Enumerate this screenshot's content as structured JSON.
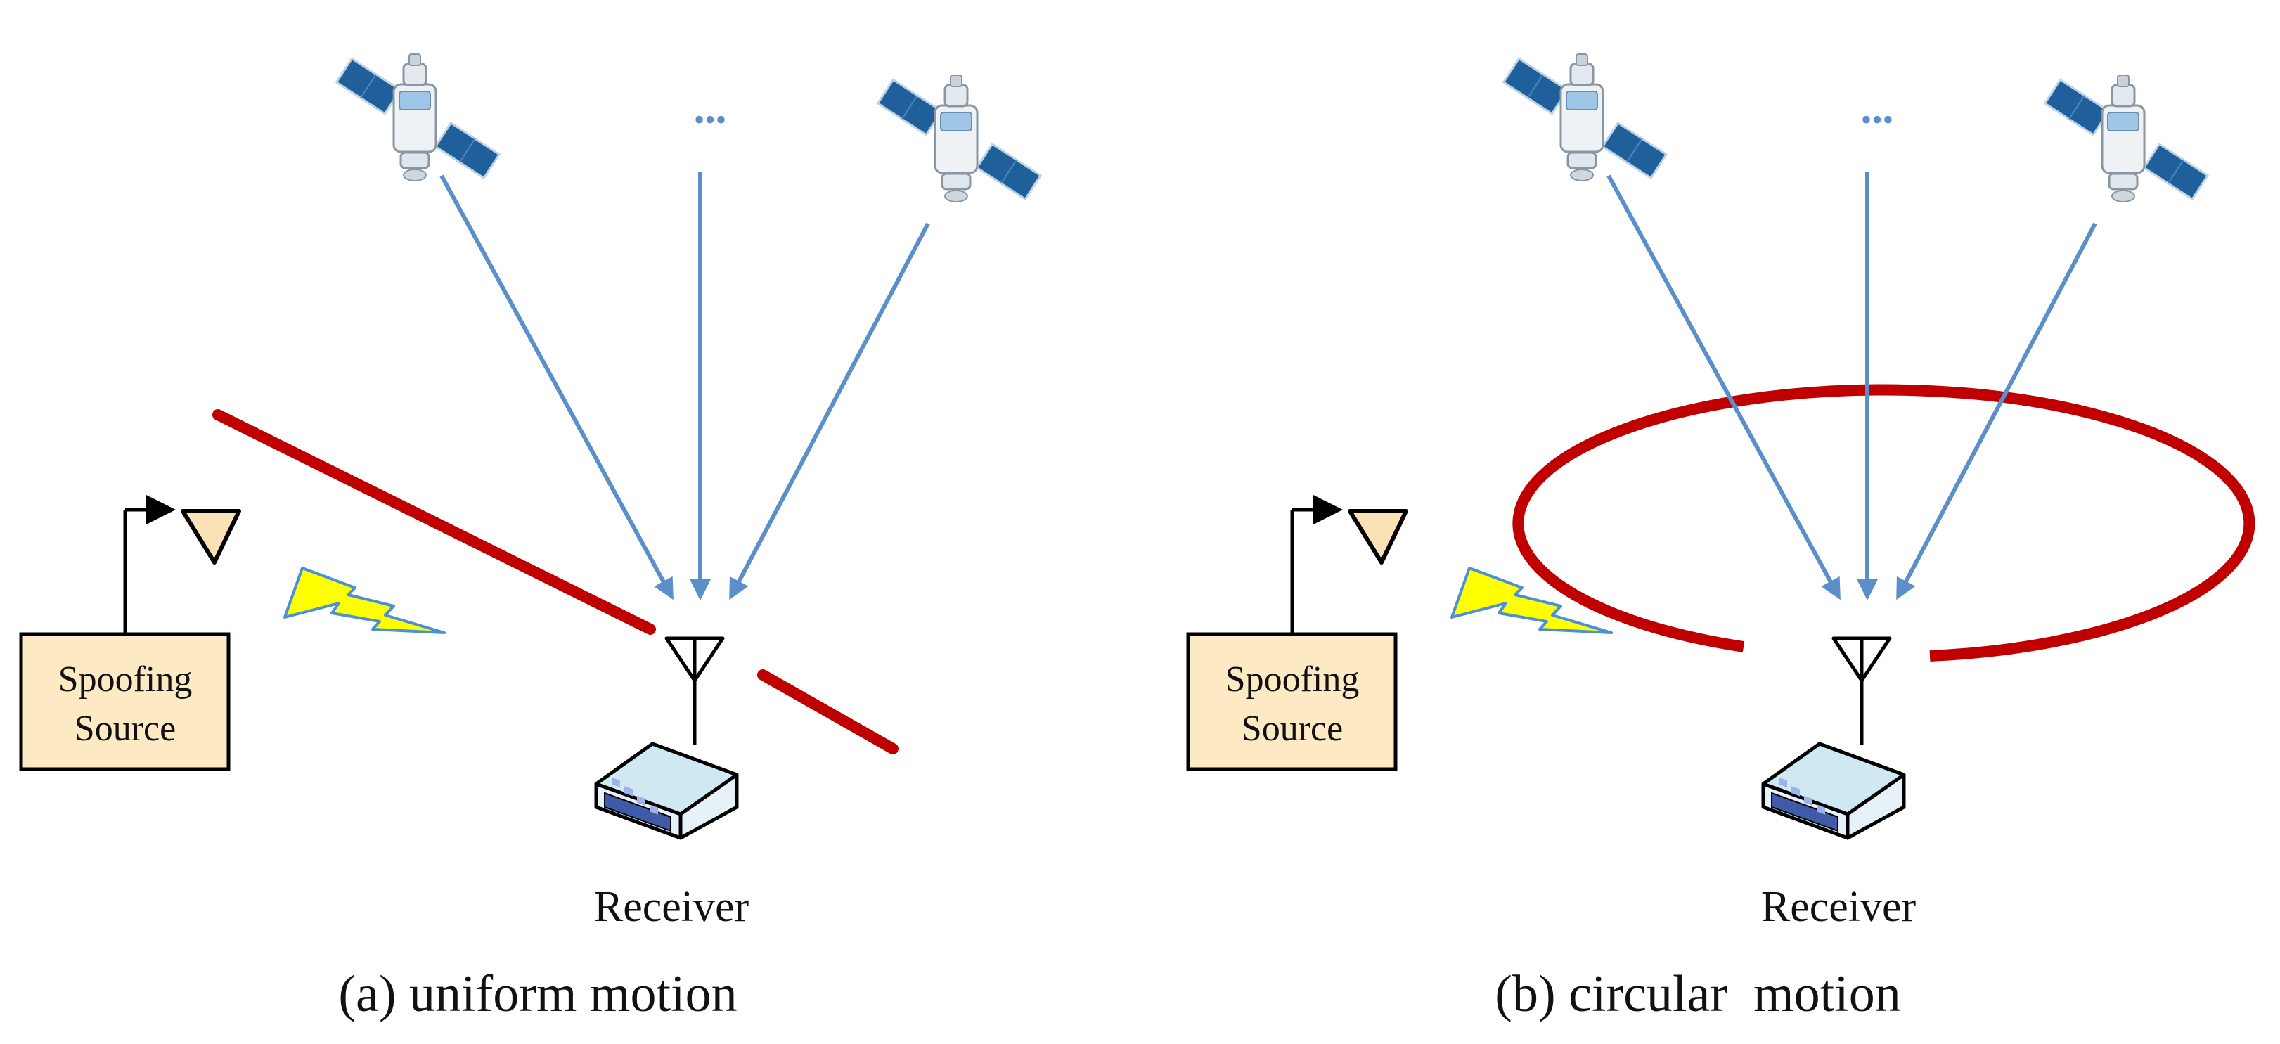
{
  "colors": {
    "signal": "#5b8fc9",
    "trajectory": "#c00000",
    "spoofing_box": "#fde9c4",
    "lightning": "#ffff00",
    "lightning_edge": "#4a90d9",
    "satellite_panel": "#1f5f9a",
    "receiver_body": "#d7eaf2",
    "ellipsis": "#5b8fc9",
    "triangle_fill": "#fbe1b6"
  },
  "icons": [
    "satellite-icon",
    "antenna-icon",
    "receiver-icon",
    "spoofing-antenna-icon",
    "lightning-icon"
  ],
  "panels": [
    {
      "caption": "(a) uniform motion",
      "receiver_label": "Receiver",
      "spoofing_label_line1": "Spoofing",
      "spoofing_label_line2": "Source",
      "ellipsis": "•••",
      "trajectory": "line"
    },
    {
      "caption": "(b) circular  motion",
      "receiver_label": "Receiver",
      "spoofing_label_line1": "Spoofing",
      "spoofing_label_line2": "Source",
      "ellipsis": "•••",
      "trajectory": "ellipse"
    }
  ]
}
